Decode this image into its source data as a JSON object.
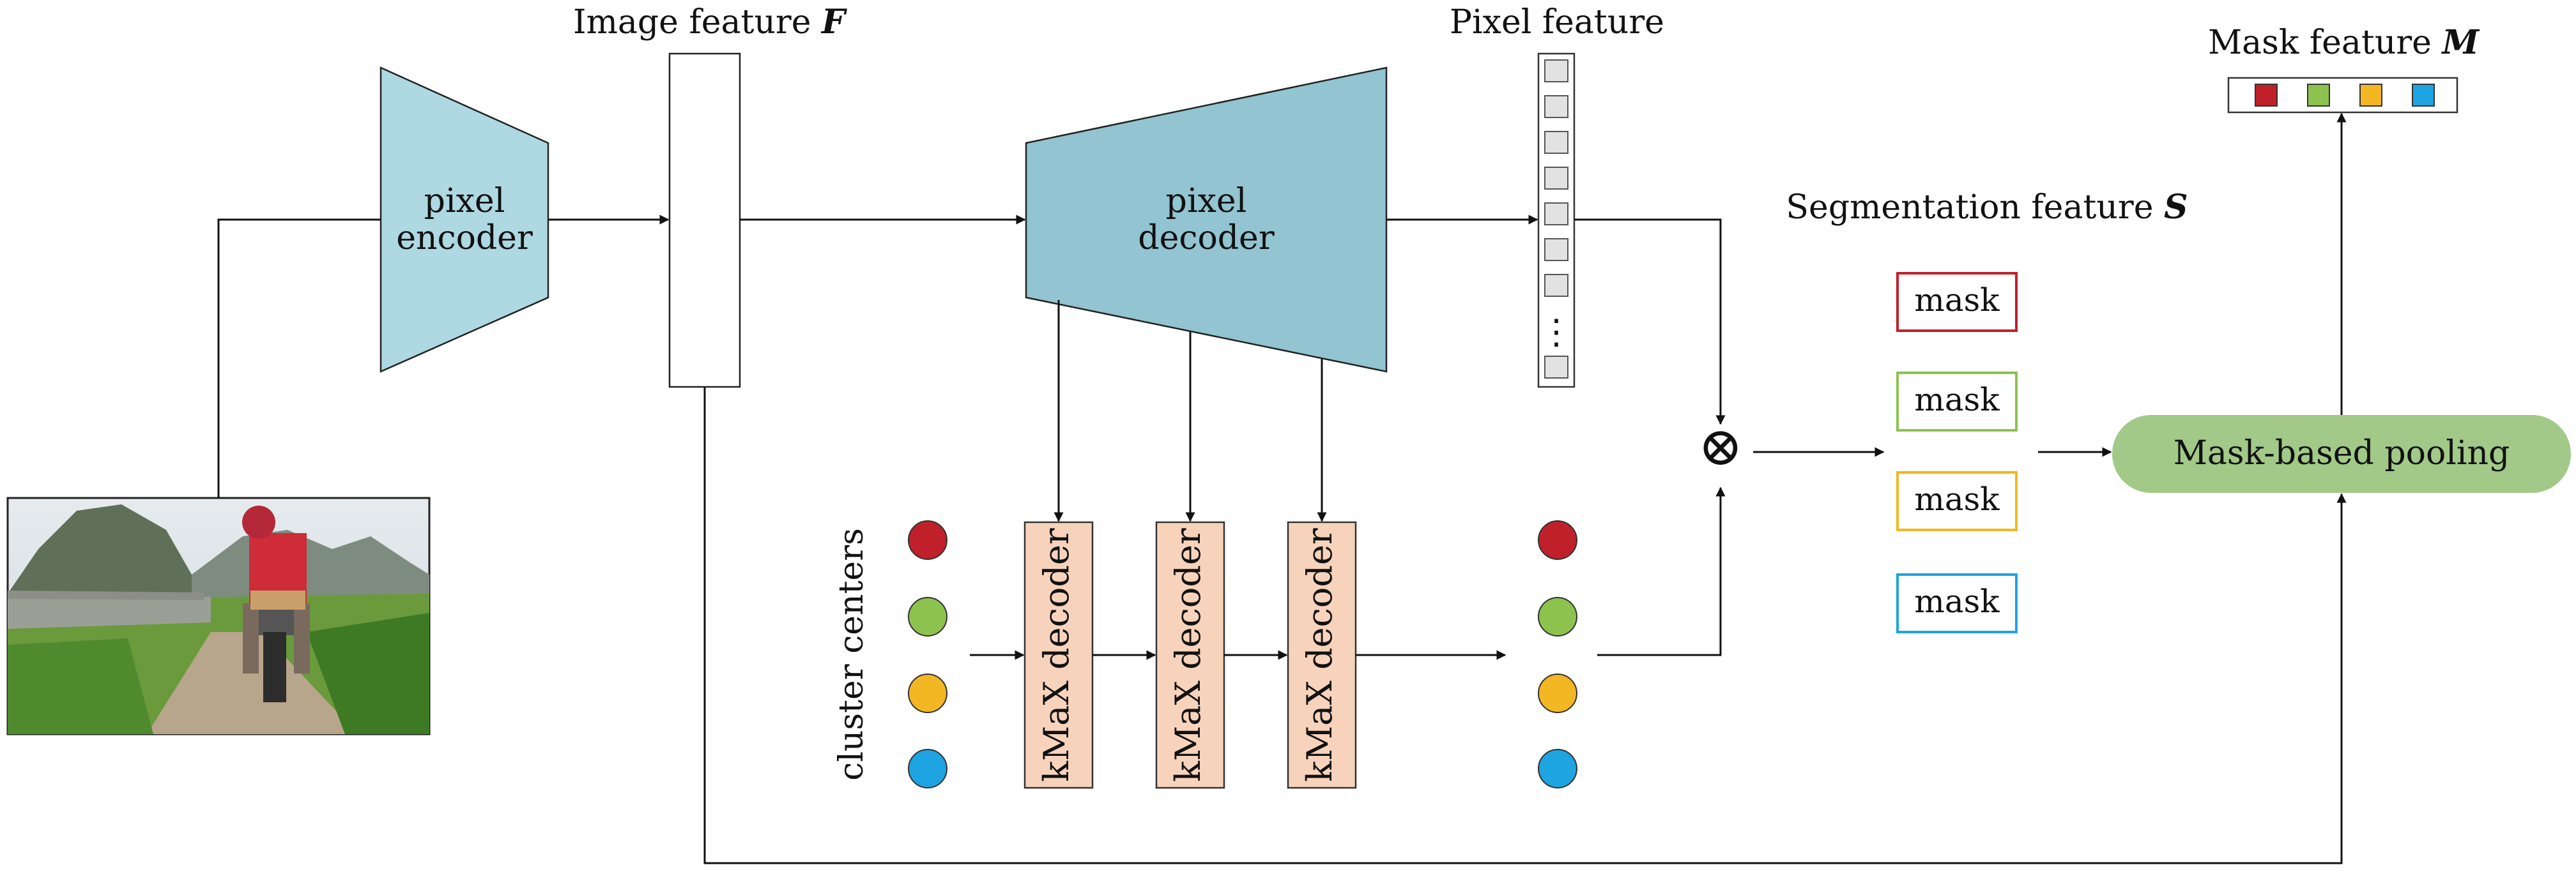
{
  "labels": {
    "image_feature": "Image feature ",
    "image_feature_symbol": "F",
    "pixel_feature": "Pixel feature",
    "mask_feature": "Mask feature ",
    "mask_feature_symbol": "M",
    "segmentation_feature": "Segmentation feature ",
    "segmentation_feature_symbol": "S",
    "cluster_centers": "cluster centers",
    "pixel_encoder_line1": "pixel",
    "pixel_encoder_line2": "encoder",
    "pixel_decoder_line1": "pixel",
    "pixel_decoder_line2": "decoder",
    "kmax_decoder": "kMaX decoder",
    "mask": "mask",
    "mask_based_pooling": "Mask-based pooling",
    "multiply_symbol": "⊗",
    "ellipsis": "⋮"
  },
  "colors": {
    "encoder_fill": "#aed8e2",
    "decoder_fill": "#92c4d1",
    "kmax_fill": "#f8d3bc",
    "pooling_fill": "#a2c988",
    "cluster_red": "#c0202a",
    "cluster_green": "#8dc24e",
    "cluster_yellow": "#f2b722",
    "cluster_blue": "#1ea4e0",
    "mask_red_border": "#c0202a",
    "mask_green_border": "#8dc24e",
    "mask_yellow_border": "#f2b722",
    "mask_blue_border": "#1ea4e0",
    "line": "#111111"
  }
}
